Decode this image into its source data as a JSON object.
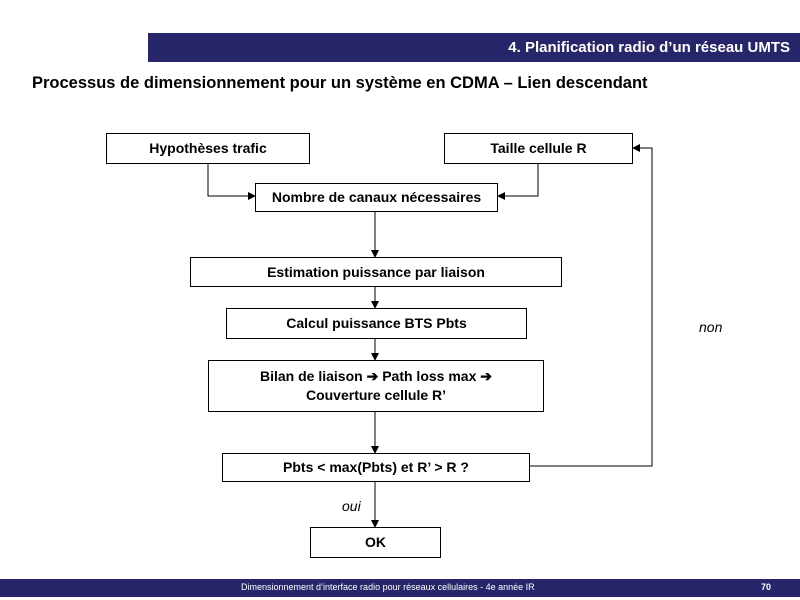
{
  "header": {
    "title": "4. Planification radio d’un réseau UMTS"
  },
  "slide": {
    "title": "Processus de dimensionnement pour un système en CDMA – Lien descendant"
  },
  "flowchart": {
    "nodes": {
      "traffic_hypotheses": "Hypothèses trafic",
      "cell_size": "Taille cellule R",
      "channels_needed": "Nombre de canaux nécessaires",
      "power_per_link": "Estimation puissance par liaison",
      "bts_power": "Calcul puissance BTS Pbts",
      "link_budget_line1": "Bilan de liaison ➔ Path loss max ➔",
      "link_budget_line2": "Couverture cellule R’",
      "condition": "Pbts < max(Pbts) et R’ > R ?",
      "ok": "OK"
    },
    "edge_labels": {
      "yes": "oui",
      "no": "non"
    }
  },
  "footer": {
    "text": "Dimensionnement d’interface radio pour réseaux cellulaires - 4e année IR",
    "page_number": "70"
  },
  "colors": {
    "band": "#27266a",
    "line": "#000000"
  }
}
